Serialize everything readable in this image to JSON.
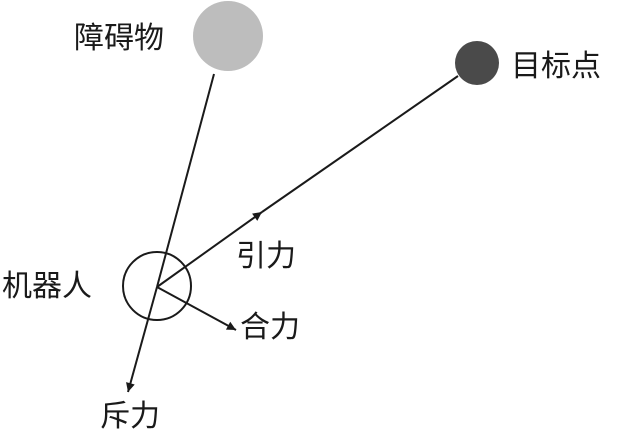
{
  "labels": {
    "obstacle": "障碍物",
    "goal": "目标点",
    "robot": "机器人",
    "attraction": "引力",
    "resultant": "合力",
    "repulsion": "斥力"
  },
  "colors": {
    "obstacle": "#bdbdbd",
    "goal": "#4a4a4a",
    "stroke": "#1a1a1a"
  }
}
